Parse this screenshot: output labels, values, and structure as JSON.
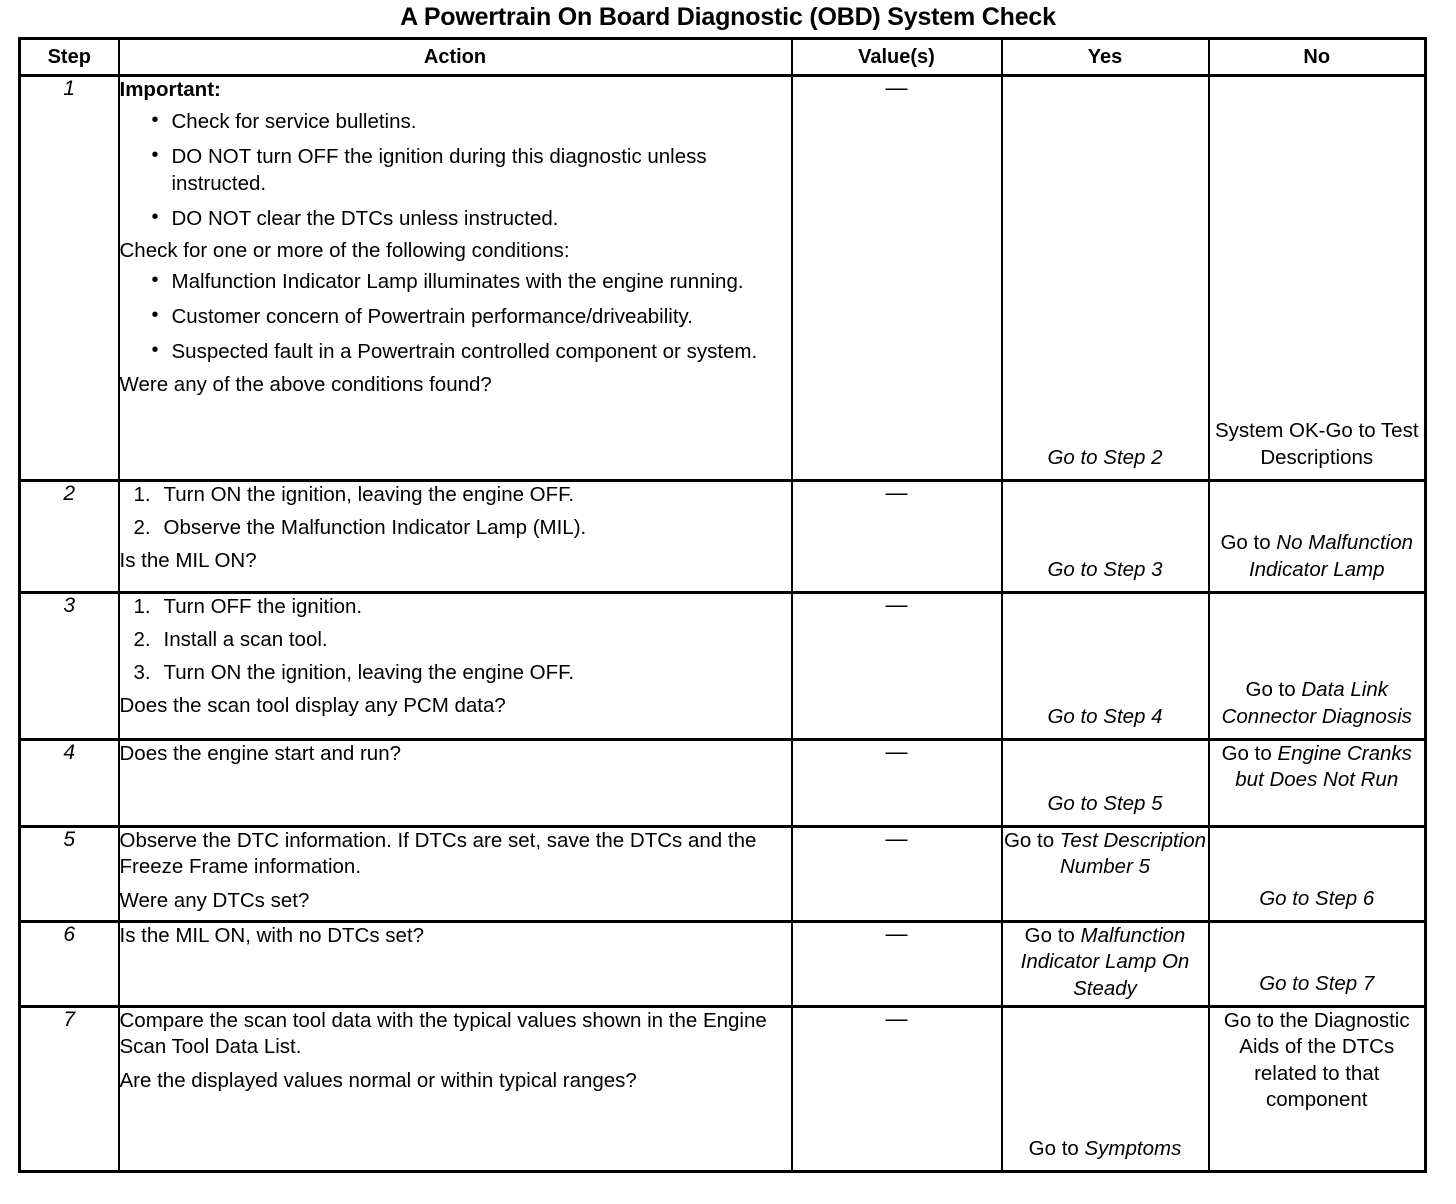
{
  "document": {
    "title": "A Powertrain On Board Diagnostic (OBD) System Check"
  },
  "table": {
    "headers": {
      "step": "Step",
      "action": "Action",
      "value": "Value(s)",
      "yes": "Yes",
      "no": "No"
    },
    "dash": "—",
    "rows": [
      {
        "step": "1",
        "action": {
          "lead": "Important:",
          "bullets_top": [
            "Check for service bulletins.",
            "DO NOT turn OFF the ignition during this diagnostic unless instructed.",
            "DO NOT clear the DTCs unless instructed."
          ],
          "mid": "Check for one or more of the following conditions:",
          "bullets_bottom": [
            "Malfunction Indicator Lamp illuminates with the engine running.",
            "Customer concern of Powertrain performance/driveability.",
            "Suspected fault in a Powertrain controlled component or system."
          ],
          "tail": "Were any of the above conditions found?"
        },
        "value": "—",
        "yes": {
          "plain": "",
          "italic": "Go to Step 2"
        },
        "no": {
          "plain": "System OK-Go to Test Descriptions",
          "italic": ""
        }
      },
      {
        "step": "2",
        "action": {
          "numbered": [
            "Turn ON the ignition, leaving the engine OFF.",
            "Observe the Malfunction Indicator Lamp (MIL)."
          ],
          "tail": "Is the MIL ON?"
        },
        "value": "—",
        "yes": {
          "plain": "",
          "italic": "Go to Step 3"
        },
        "no": {
          "plain": "Go to ",
          "italic": "No Malfunction Indicator Lamp"
        }
      },
      {
        "step": "3",
        "action": {
          "numbered": [
            "Turn OFF the ignition.",
            "Install a scan tool.",
            "Turn ON the ignition, leaving the engine OFF."
          ],
          "tail": "Does the scan tool display any PCM data?"
        },
        "value": "—",
        "yes": {
          "plain": "",
          "italic": "Go to Step 4"
        },
        "no": {
          "plain": "Go to ",
          "italic": "Data Link Connector Diagnosis"
        }
      },
      {
        "step": "4",
        "action": {
          "lead_plain": "Does the engine start and run?"
        },
        "value": "—",
        "yes": {
          "plain": "",
          "italic": "Go to Step 5"
        },
        "no": {
          "plain": "Go to ",
          "italic": "Engine Cranks but Does Not Run"
        }
      },
      {
        "step": "5",
        "action": {
          "para": "Observe the DTC information. If DTCs are set, save the DTCs and the Freeze Frame information.",
          "tail": "Were any DTCs set?"
        },
        "value": "—",
        "yes": {
          "plain": "Go to ",
          "italic": "Test Description Number 5"
        },
        "no": {
          "plain": "",
          "italic": "Go to Step 6"
        }
      },
      {
        "step": "6",
        "action": {
          "lead_plain": "Is the MIL ON, with no DTCs set?"
        },
        "value": "—",
        "yes": {
          "plain": "Go to ",
          "italic": "Malfunction Indicator Lamp On Steady"
        },
        "no": {
          "plain": "",
          "italic": "Go to Step 7"
        }
      },
      {
        "step": "7",
        "action": {
          "para": "Compare the scan tool data with the typical values shown in the Engine Scan Tool Data List.",
          "tail": "Are the displayed values normal or within typical ranges?"
        },
        "value": "—",
        "yes": {
          "plain": "Go to ",
          "italic": "Symptoms"
        },
        "no": {
          "plain": "Go to the Diagnostic Aids of the DTCs related to that component",
          "italic": ""
        }
      }
    ]
  }
}
